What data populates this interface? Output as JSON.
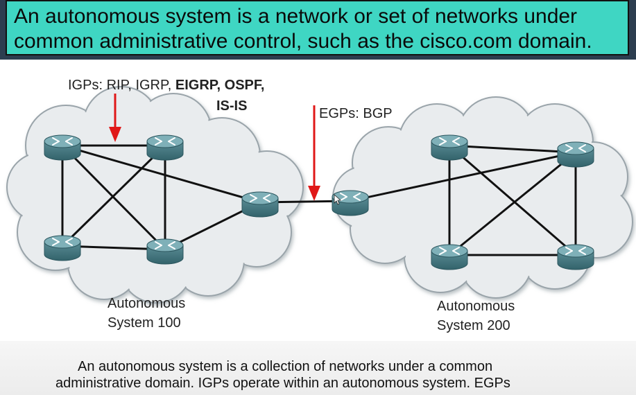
{
  "banner": {
    "line1": "An autonomous system is a network or set of networks under",
    "line2": "common administrative control, such as the cisco.com domain."
  },
  "labels": {
    "igps_prefix": "IGPs: RIP, IGRP",
    "igps_comma": ",",
    "igps_bold1": "EIGRP, OSPF,",
    "igps_bold2": "IS-IS",
    "egps": "EGPs: BGP",
    "as100_line1": "Autonomous",
    "as100_line2": "System 100",
    "as200_line1": "Autonomous",
    "as200_line2": "System 200"
  },
  "caption": {
    "line1": "An autonomous system is a collection of networks under a common",
    "line2": "administrative domain. IGPs operate within an autonomous system. EGPs"
  },
  "colors": {
    "banner_bg": "#3fd6c3",
    "cloud_fill": "#e9ecee",
    "cloud_edge": "#9aa4aa",
    "router": "#5c8a92",
    "arrow": "#e01818"
  }
}
